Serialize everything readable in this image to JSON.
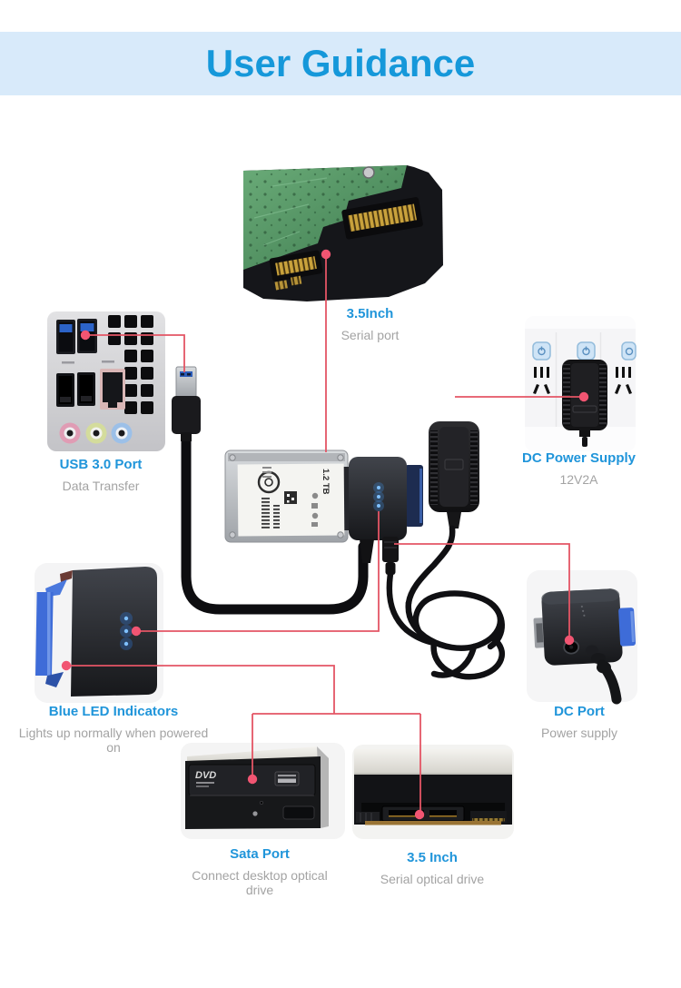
{
  "header": {
    "title": "User Guidance"
  },
  "callouts": [
    {
      "id": "serial-port-35",
      "title": "3.5Inch",
      "subtitle": "Serial port"
    },
    {
      "id": "usb3-port",
      "title": "USB 3.0 Port",
      "subtitle": "Data Transfer"
    },
    {
      "id": "dc-power-supply",
      "title": "DC Power Supply",
      "subtitle": "12V2A"
    },
    {
      "id": "blue-led-indicators",
      "title": "Blue LED Indicators",
      "subtitle": "Lights up normally when powered on"
    },
    {
      "id": "dc-port",
      "title": "DC Port",
      "subtitle": "Power supply"
    },
    {
      "id": "sata-port",
      "title": "Sata Port",
      "subtitle": "Connect desktop optical drive"
    },
    {
      "id": "35-inch",
      "title": "3.5 Inch",
      "subtitle": "Serial optical drive"
    }
  ],
  "photo_text": {
    "hdd_capacity": "1.2 TB",
    "dvd_logo": "DVD"
  },
  "colors": {
    "accent_red": "#e45565",
    "dot_pink": "#f15572",
    "label_blue": "#2095da",
    "label_gray": "#a3a3a3",
    "header_bg": "#d8eafa",
    "header_text": "#1598da"
  }
}
